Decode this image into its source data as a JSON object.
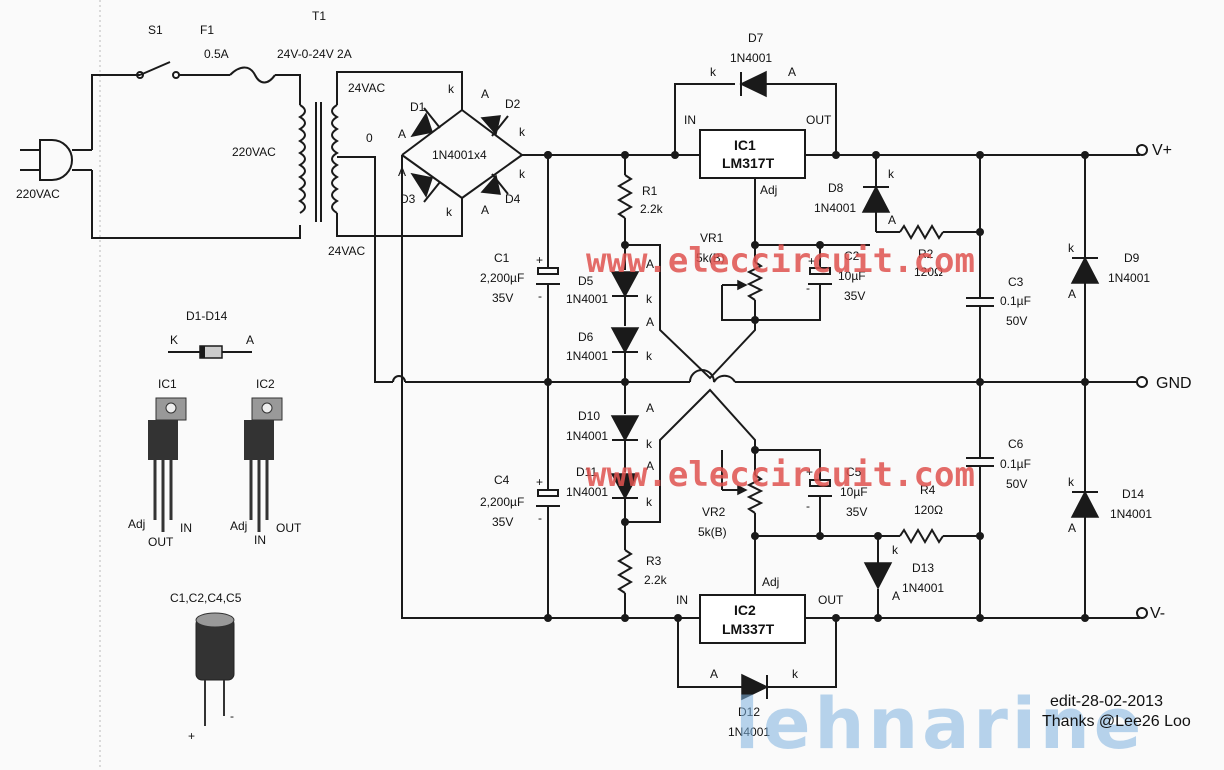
{
  "watermark": {
    "site": "www.eleccircuit.com",
    "brand": "lehnarine"
  },
  "edit_note": {
    "line1": "edit-28-02-2013",
    "line2": "Thanks @Lee26 Loo"
  },
  "mains": {
    "plug_label": "220VAC",
    "switch": "S1",
    "fuse": "F1",
    "fuse_rating": "0.5A"
  },
  "transformer": {
    "ref": "T1",
    "rating": "24V-0-24V  2A",
    "primary": "220VAC",
    "top": "24VAC",
    "center": "0",
    "bottom": "24VAC"
  },
  "bridge": {
    "d1": "D1",
    "d2": "D2",
    "d3": "D3",
    "d4": "D4",
    "part": "1N4001x4",
    "a": "A",
    "k": "k"
  },
  "caps": {
    "c1": {
      "ref": "C1",
      "value": "2,200µF",
      "voltage": "35V"
    },
    "c4": {
      "ref": "C4",
      "value": "2,200µF",
      "voltage": "35V"
    },
    "c2": {
      "ref": "C2",
      "value": "10µF",
      "voltage": "35V"
    },
    "c5": {
      "ref": "C5",
      "value": "10µF",
      "voltage": "35V"
    },
    "c3": {
      "ref": "C3",
      "value": "0.1µF",
      "voltage": "50V"
    },
    "c6": {
      "ref": "C6",
      "value": "0.1µF",
      "voltage": "50V"
    }
  },
  "resistors": {
    "r1": {
      "ref": "R1",
      "value": "2.2k"
    },
    "r3": {
      "ref": "R3",
      "value": "2.2k"
    },
    "r2": {
      "ref": "R2",
      "value": "120Ω"
    },
    "r4": {
      "ref": "R4",
      "value": "120Ω"
    },
    "vr1": {
      "ref": "VR1",
      "value": "5k(B)"
    },
    "vr2": {
      "ref": "VR2",
      "value": "5k(B)"
    }
  },
  "diodes": {
    "d5": "D5",
    "d6": "D6",
    "d7": "D7",
    "d8": "D8",
    "d9": "D9",
    "d10": "D10",
    "d11": "D11",
    "d12": "D12",
    "d13": "D13",
    "d14": "D14",
    "part": "1N4001",
    "a": "A",
    "k": "k"
  },
  "ic1": {
    "ref": "IC1",
    "part": "LM317T",
    "in": "IN",
    "out": "OUT",
    "adj": "Adj"
  },
  "ic2": {
    "ref": "IC2",
    "part": "LM337T",
    "in": "IN",
    "out": "OUT",
    "adj": "Adj"
  },
  "outputs": {
    "vplus": "V+",
    "gnd": "GND",
    "vminus": "V-"
  },
  "legend": {
    "diode_title": "D1-D14",
    "diode_k": "K",
    "diode_a": "A",
    "ic1": "IC1",
    "ic2": "IC2",
    "adj": "Adj",
    "out": "OUT",
    "in": "IN",
    "cap_title": "C1,C2,C4,C5",
    "plus": "+",
    "minus": "-"
  },
  "colors": {
    "watermark_red": "#e0534f",
    "watermark_blue": "#7fb3e0",
    "ink": "#1a1a1a"
  }
}
